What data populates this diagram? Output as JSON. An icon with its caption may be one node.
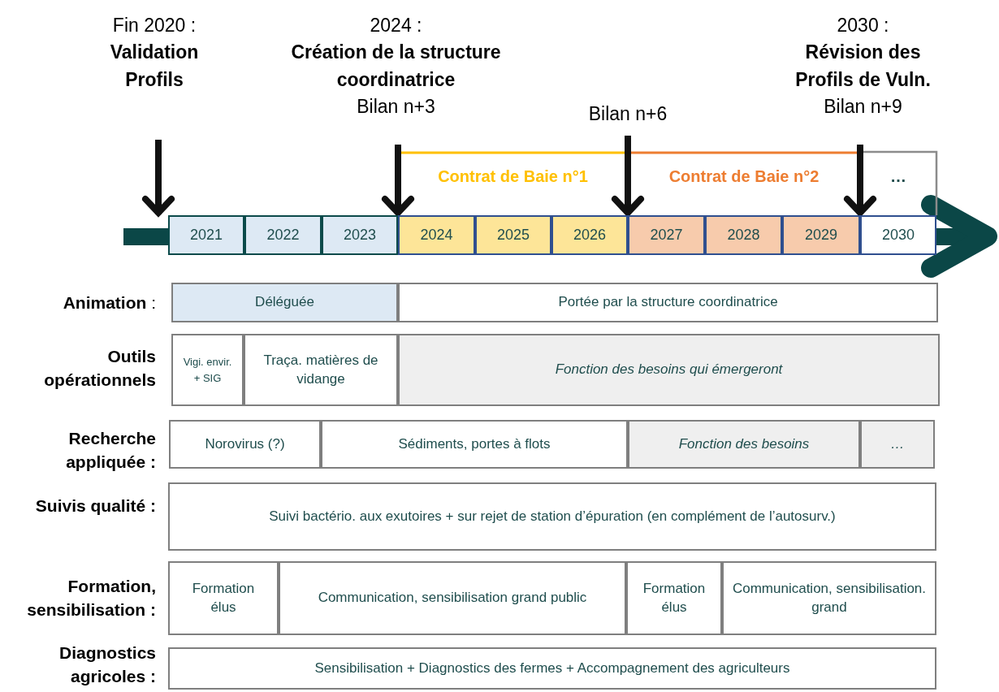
{
  "diagram": {
    "nodes": [
      {
        "text": [
          "Fin 2020 :",
          "Validation Profils"
        ]
      },
      {
        "text": [
          "2024 :",
          "Création de la structure coordinatrice",
          "Bilan n+3"
        ]
      },
      {
        "text": [
          "Bilan n+6"
        ]
      },
      {
        "text": [
          "2030 :",
          "Révision des Profils de Vuln.",
          "Bilan n+9"
        ]
      },
      {
        "text": [
          "2021"
        ]
      },
      {
        "text": [
          "2022"
        ]
      },
      {
        "text": [
          "2023"
        ]
      },
      {
        "text": [
          "2024"
        ]
      },
      {
        "text": [
          "2025"
        ]
      },
      {
        "text": [
          "2026"
        ]
      },
      {
        "text": [
          "2027"
        ]
      },
      {
        "text": [
          "2028"
        ]
      },
      {
        "text": [
          "2029"
        ]
      },
      {
        "text": [
          "2030"
        ]
      },
      {
        "text": [
          "Déléguée"
        ]
      },
      {
        "text": [
          "Portée par la structure coordinatrice"
        ]
      },
      {
        "text": [
          "Vigi. envir. + SIG"
        ]
      },
      {
        "text": [
          "Traça. matières de vidange"
        ]
      },
      {
        "text": [
          "Fonction des besoins qui émergeront"
        ]
      },
      {
        "text": [
          "Norovirus (?)"
        ]
      },
      {
        "text": [
          "Sédiments, portes à flots"
        ]
      },
      {
        "text": [
          "Fonction des besoins"
        ]
      },
      {
        "text": [
          "…"
        ]
      },
      {
        "text": [
          "Suivi bactério. aux exutoires + sur rejet de station d’épuration (en complément de l’autosurv.)"
        ]
      },
      {
        "text": [
          "Formation élus"
        ]
      },
      {
        "text": [
          "Communication, sensibilisation grand public"
        ]
      },
      {
        "text": [
          "Formation élus"
        ]
      },
      {
        "text": [
          "Communication, sensibilisation. grand"
        ]
      },
      {
        "text": [
          "Sensibilisation + Diagnostics des fermes + Accompagnement des agriculteurs"
        ]
      }
    ],
    "edges": [
      {
        "from": 0,
        "to": 4,
        "arrow": "to"
      },
      {
        "from": 1,
        "to": 7,
        "arrow": "to"
      },
      {
        "from": 2,
        "to": 10,
        "arrow": "to"
      },
      {
        "from": 3,
        "to": 13,
        "arrow": "to"
      }
    ],
    "labels": [
      "Contrat de Baie n°1",
      "Contrat de Baie n°2",
      "…",
      "**Animation** :",
      "Outils opérationnels",
      "Recherche appliquée :",
      "Suivis qualité :",
      "Formation, sensibilisation :",
      "Diagnostics agricoles :"
    ]
  }
}
